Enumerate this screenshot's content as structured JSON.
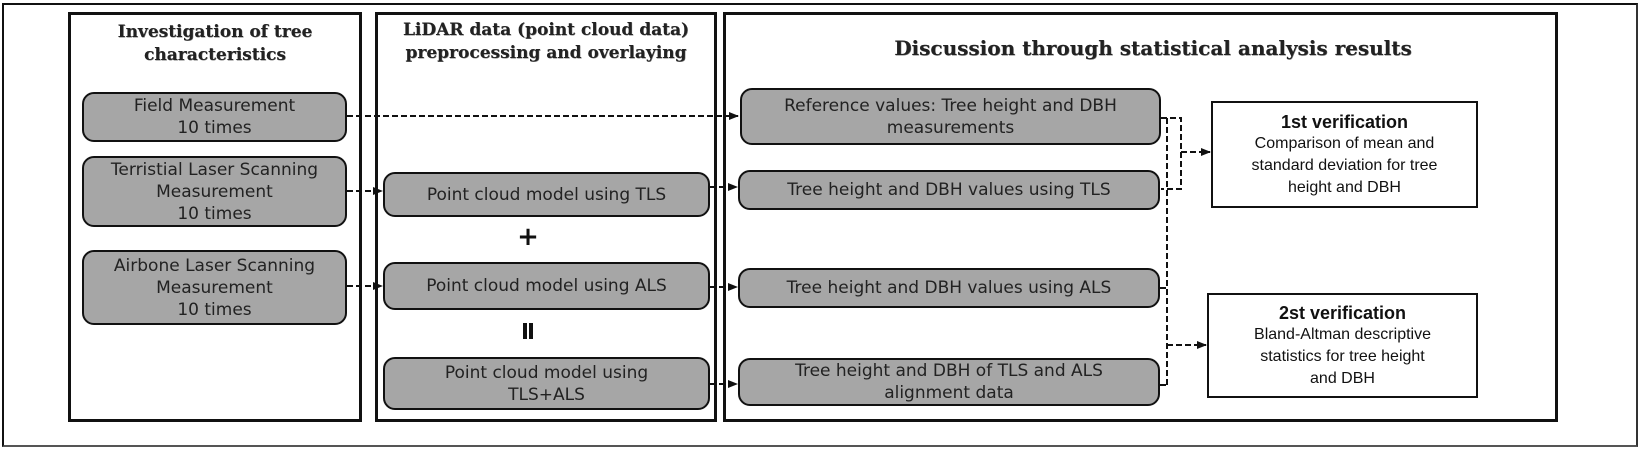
{
  "panels": {
    "investigation": {
      "title": "Investigation of tree\ncharacteristics",
      "nodes": [
        {
          "label": "Field Measurement\n10 times"
        },
        {
          "label": "Terristial Laser Scanning\nMeasurement\n10 times"
        },
        {
          "label": "Airbone Laser Scanning\nMeasurement\n10 times"
        }
      ]
    },
    "preprocessing": {
      "title": "LiDAR data (point cloud data)\npreprocessing and overlaying",
      "nodes": [
        {
          "label": "Point cloud model using TLS"
        },
        {
          "label": "Point cloud model using ALS"
        },
        {
          "label": "Point cloud model using\nTLS+ALS"
        }
      ],
      "operators": {
        "plus": "+",
        "equals": "="
      }
    },
    "discussion": {
      "title": "Discussion through statistical analysis results",
      "nodes": [
        {
          "label": "Reference values: Tree height and DBH\nmeasurements"
        },
        {
          "label": "Tree height and DBH values using TLS"
        },
        {
          "label": "Tree height and DBH values using ALS"
        },
        {
          "label": "Tree height and DBH of TLS and ALS\nalignment data"
        }
      ],
      "verifications": [
        {
          "title": "1st verification",
          "description": "Comparison of mean and\nstandard deviation for tree\nheight and DBH"
        },
        {
          "title": "2st verification",
          "description": "Bland-Altman descriptive\nstatistics for tree height\nand DBH"
        }
      ]
    }
  }
}
